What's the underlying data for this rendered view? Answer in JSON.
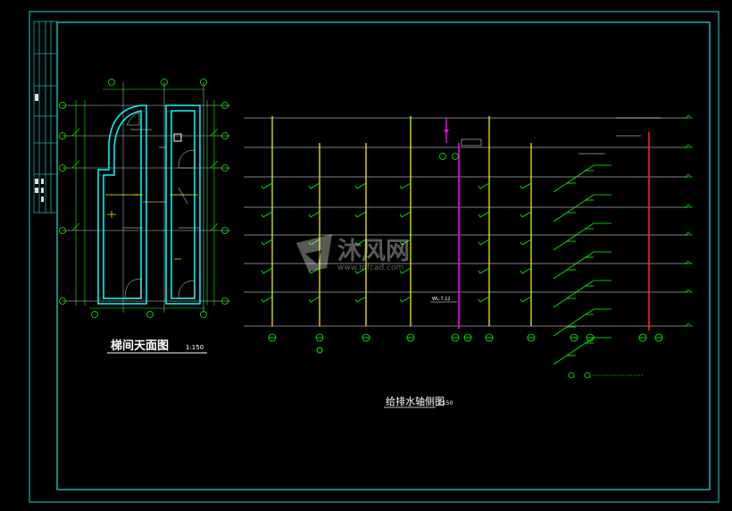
{
  "drawing": {
    "left_title": "梯间天面图",
    "left_scale": "1:150",
    "right_title": "给排水轴侧图",
    "right_scale": "1:150",
    "pipe_label_1": "WL-7,12"
  },
  "watermark": {
    "brand": "沐风网",
    "url": "www.mfcad.com"
  },
  "colors": {
    "frame": "#20c0c0",
    "cyan": "#00ffff",
    "green": "#00ff00",
    "yellow": "#ffff00",
    "white": "#ffffff",
    "magenta": "#ff00ff",
    "red": "#ff0000"
  }
}
